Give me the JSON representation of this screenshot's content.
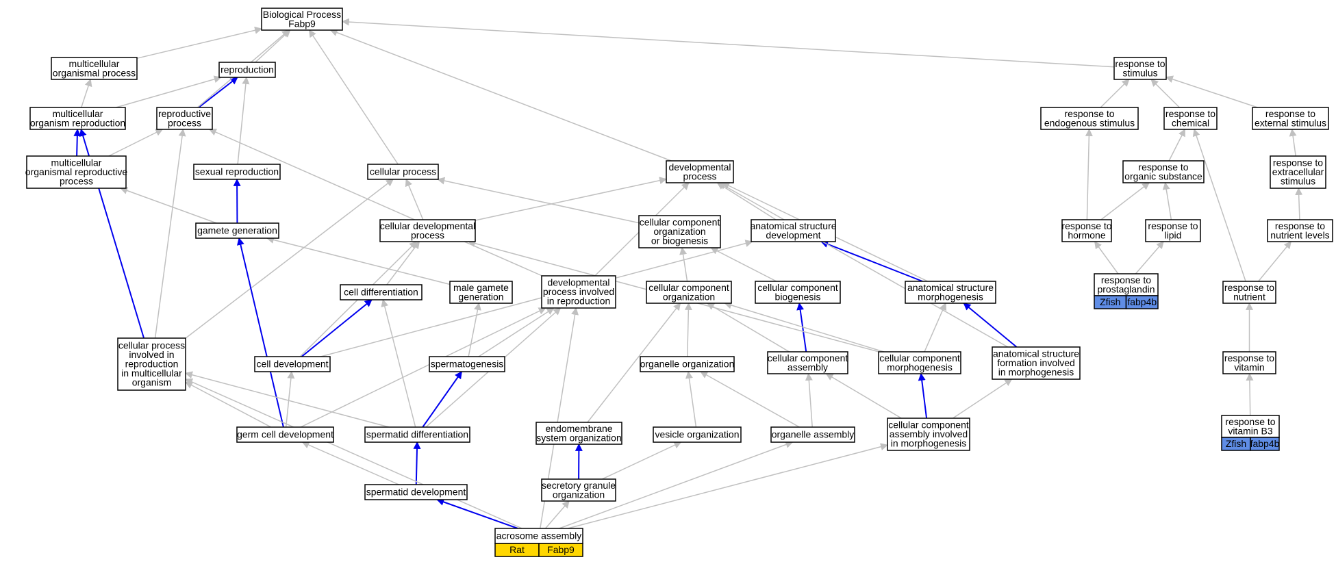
{
  "diagram": {
    "nodes": [
      {
        "id": "bp",
        "label": [
          "Biological Process",
          "Fabp9"
        ]
      },
      {
        "id": "mop",
        "label": [
          "multicellular",
          "organismal process"
        ]
      },
      {
        "id": "repro",
        "label": [
          "reproduction"
        ]
      },
      {
        "id": "mor",
        "label": [
          "multicellular",
          "organism reproduction"
        ]
      },
      {
        "id": "rp",
        "label": [
          "reproductive",
          "process"
        ]
      },
      {
        "id": "morp",
        "label": [
          "multicellular",
          "organismal reproductive",
          "process"
        ]
      },
      {
        "id": "sr",
        "label": [
          "sexual reproduction"
        ]
      },
      {
        "id": "gg",
        "label": [
          "gamete generation"
        ]
      },
      {
        "id": "cp",
        "label": [
          "cellular process"
        ]
      },
      {
        "id": "dp",
        "label": [
          "developmental",
          "process"
        ]
      },
      {
        "id": "cdp",
        "label": [
          "cellular developmental",
          "process"
        ]
      },
      {
        "id": "ccob",
        "label": [
          "cellular component",
          "organization",
          "or biogenesis"
        ]
      },
      {
        "id": "asd",
        "label": [
          "anatomical structure",
          "development"
        ]
      },
      {
        "id": "cd",
        "label": [
          "cell differentiation"
        ]
      },
      {
        "id": "mgg",
        "label": [
          "male gamete",
          "generation"
        ]
      },
      {
        "id": "dpir",
        "label": [
          "developmental",
          "process involved",
          "in reproduction"
        ]
      },
      {
        "id": "cco",
        "label": [
          "cellular component",
          "organization"
        ]
      },
      {
        "id": "ccb",
        "label": [
          "cellular component",
          "biogenesis"
        ]
      },
      {
        "id": "asm",
        "label": [
          "anatomical structure",
          "morphogenesis"
        ]
      },
      {
        "id": "cpir",
        "label": [
          "cellular process",
          "involved in",
          "reproduction",
          "in multicellular",
          "organism"
        ]
      },
      {
        "id": "cdev",
        "label": [
          "cell development"
        ]
      },
      {
        "id": "sperm",
        "label": [
          "spermatogenesis"
        ]
      },
      {
        "id": "oo",
        "label": [
          "organelle organization"
        ]
      },
      {
        "id": "cca",
        "label": [
          "cellular component",
          "assembly"
        ]
      },
      {
        "id": "ccm",
        "label": [
          "cellular component",
          "morphogenesis"
        ]
      },
      {
        "id": "asfm",
        "label": [
          "anatomical structure",
          "formation involved",
          "in morphogenesis"
        ]
      },
      {
        "id": "gcd",
        "label": [
          "germ cell development"
        ]
      },
      {
        "id": "sdiff",
        "label": [
          "spermatid differentiation"
        ]
      },
      {
        "id": "eso",
        "label": [
          "endomembrane",
          "system organization"
        ]
      },
      {
        "id": "vo",
        "label": [
          "vesicle organization"
        ]
      },
      {
        "id": "oa",
        "label": [
          "organelle assembly"
        ]
      },
      {
        "id": "ccaim",
        "label": [
          "cellular component",
          "assembly involved",
          "in morphogenesis"
        ]
      },
      {
        "id": "sdev",
        "label": [
          "spermatid development"
        ]
      },
      {
        "id": "sgo",
        "label": [
          "secretory granule",
          "organization"
        ]
      },
      {
        "id": "aa",
        "label": [
          "acrosome assembly"
        ],
        "tags": [
          "Rat",
          "Fabp9"
        ],
        "tag_color": "#ffd700"
      },
      {
        "id": "rs",
        "label": [
          "response to",
          "stimulus"
        ]
      },
      {
        "id": "res",
        "label": [
          "response to",
          "endogenous stimulus"
        ]
      },
      {
        "id": "rc",
        "label": [
          "response to",
          "chemical"
        ]
      },
      {
        "id": "rexs",
        "label": [
          "response to",
          "external stimulus"
        ]
      },
      {
        "id": "ros",
        "label": [
          "response to",
          "organic substance"
        ]
      },
      {
        "id": "rexts",
        "label": [
          "response to",
          "extracellular",
          "stimulus"
        ]
      },
      {
        "id": "rh",
        "label": [
          "response to",
          "hormone"
        ]
      },
      {
        "id": "rl",
        "label": [
          "response to",
          "lipid"
        ]
      },
      {
        "id": "rnl",
        "label": [
          "response to",
          "nutrient levels"
        ]
      },
      {
        "id": "rpg",
        "label": [
          "response to",
          "prostaglandin"
        ],
        "tags": [
          "Zfish",
          "fabp4b"
        ],
        "tag_color": "#5f8de6"
      },
      {
        "id": "rn",
        "label": [
          "response to",
          "nutrient"
        ]
      },
      {
        "id": "rv",
        "label": [
          "response to",
          "vitamin"
        ]
      },
      {
        "id": "rvb3",
        "label": [
          "response to",
          "vitamin B3"
        ],
        "tags": [
          "Zfish",
          "fabp4b"
        ],
        "tag_color": "#5f8de6"
      }
    ],
    "edge_colors": {
      "is_a": "#c0c0c0",
      "part_of": "#0000ee"
    }
  }
}
